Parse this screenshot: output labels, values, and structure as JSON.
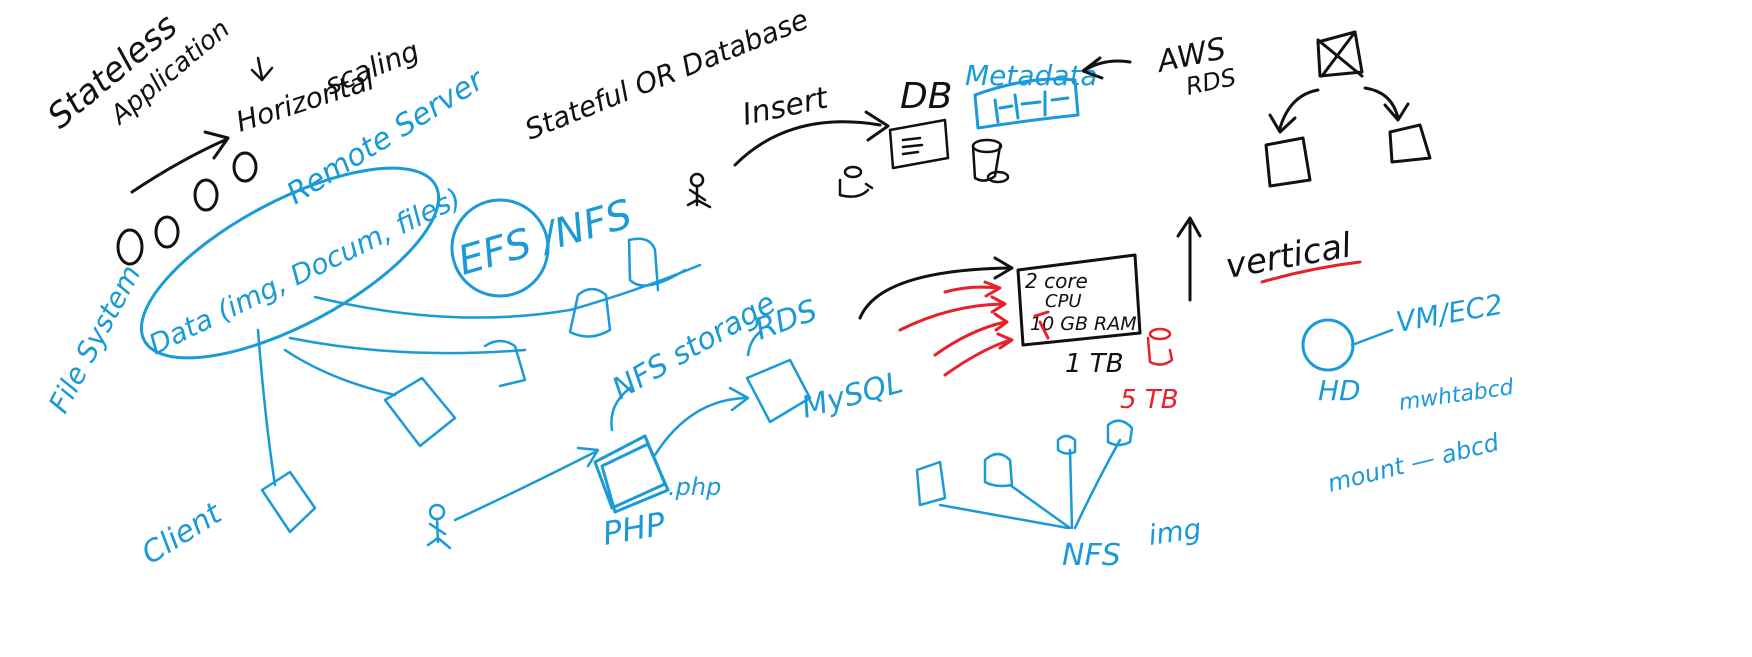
{
  "colors": {
    "ink_black": "#111111",
    "ink_blue": "#1a9ad6",
    "ink_red": "#e8202a",
    "background": "#ffffff"
  },
  "labels": {
    "stateless": "Stateless",
    "application": "Application",
    "horizontal": "Horizontal",
    "scaling": "scaling",
    "stateful_or_database": "Stateful OR Database",
    "insert": "Insert",
    "db": "DB",
    "metadata": "Metadata",
    "aws": "AWS",
    "rds_top": "RDS",
    "remote_server": "Remote Server",
    "data_list": "Data (img, Docum, files)",
    "file_system": "File System",
    "efs_nfs": "EFS /NFS",
    "nfs_storage": "NFS storage",
    "rds_blue": "RDS",
    "mysql": "MySQL",
    "cpu_box_line1": "2 core",
    "cpu_box_line2": "CPU",
    "cpu_box_line3": "10 GB RAM",
    "one_tb": "1 TB",
    "five_tb": "5 TB",
    "vertical": "vertical",
    "vm_ec2": "VM/EC2",
    "hd": "HD",
    "mount_abcd": "mount — abcd",
    "mwhtabcd": "mwhtabcd",
    "client": "Client",
    "php": "PHP",
    "dot_php": ".php",
    "nfs_bottom": "NFS",
    "img": "img"
  }
}
